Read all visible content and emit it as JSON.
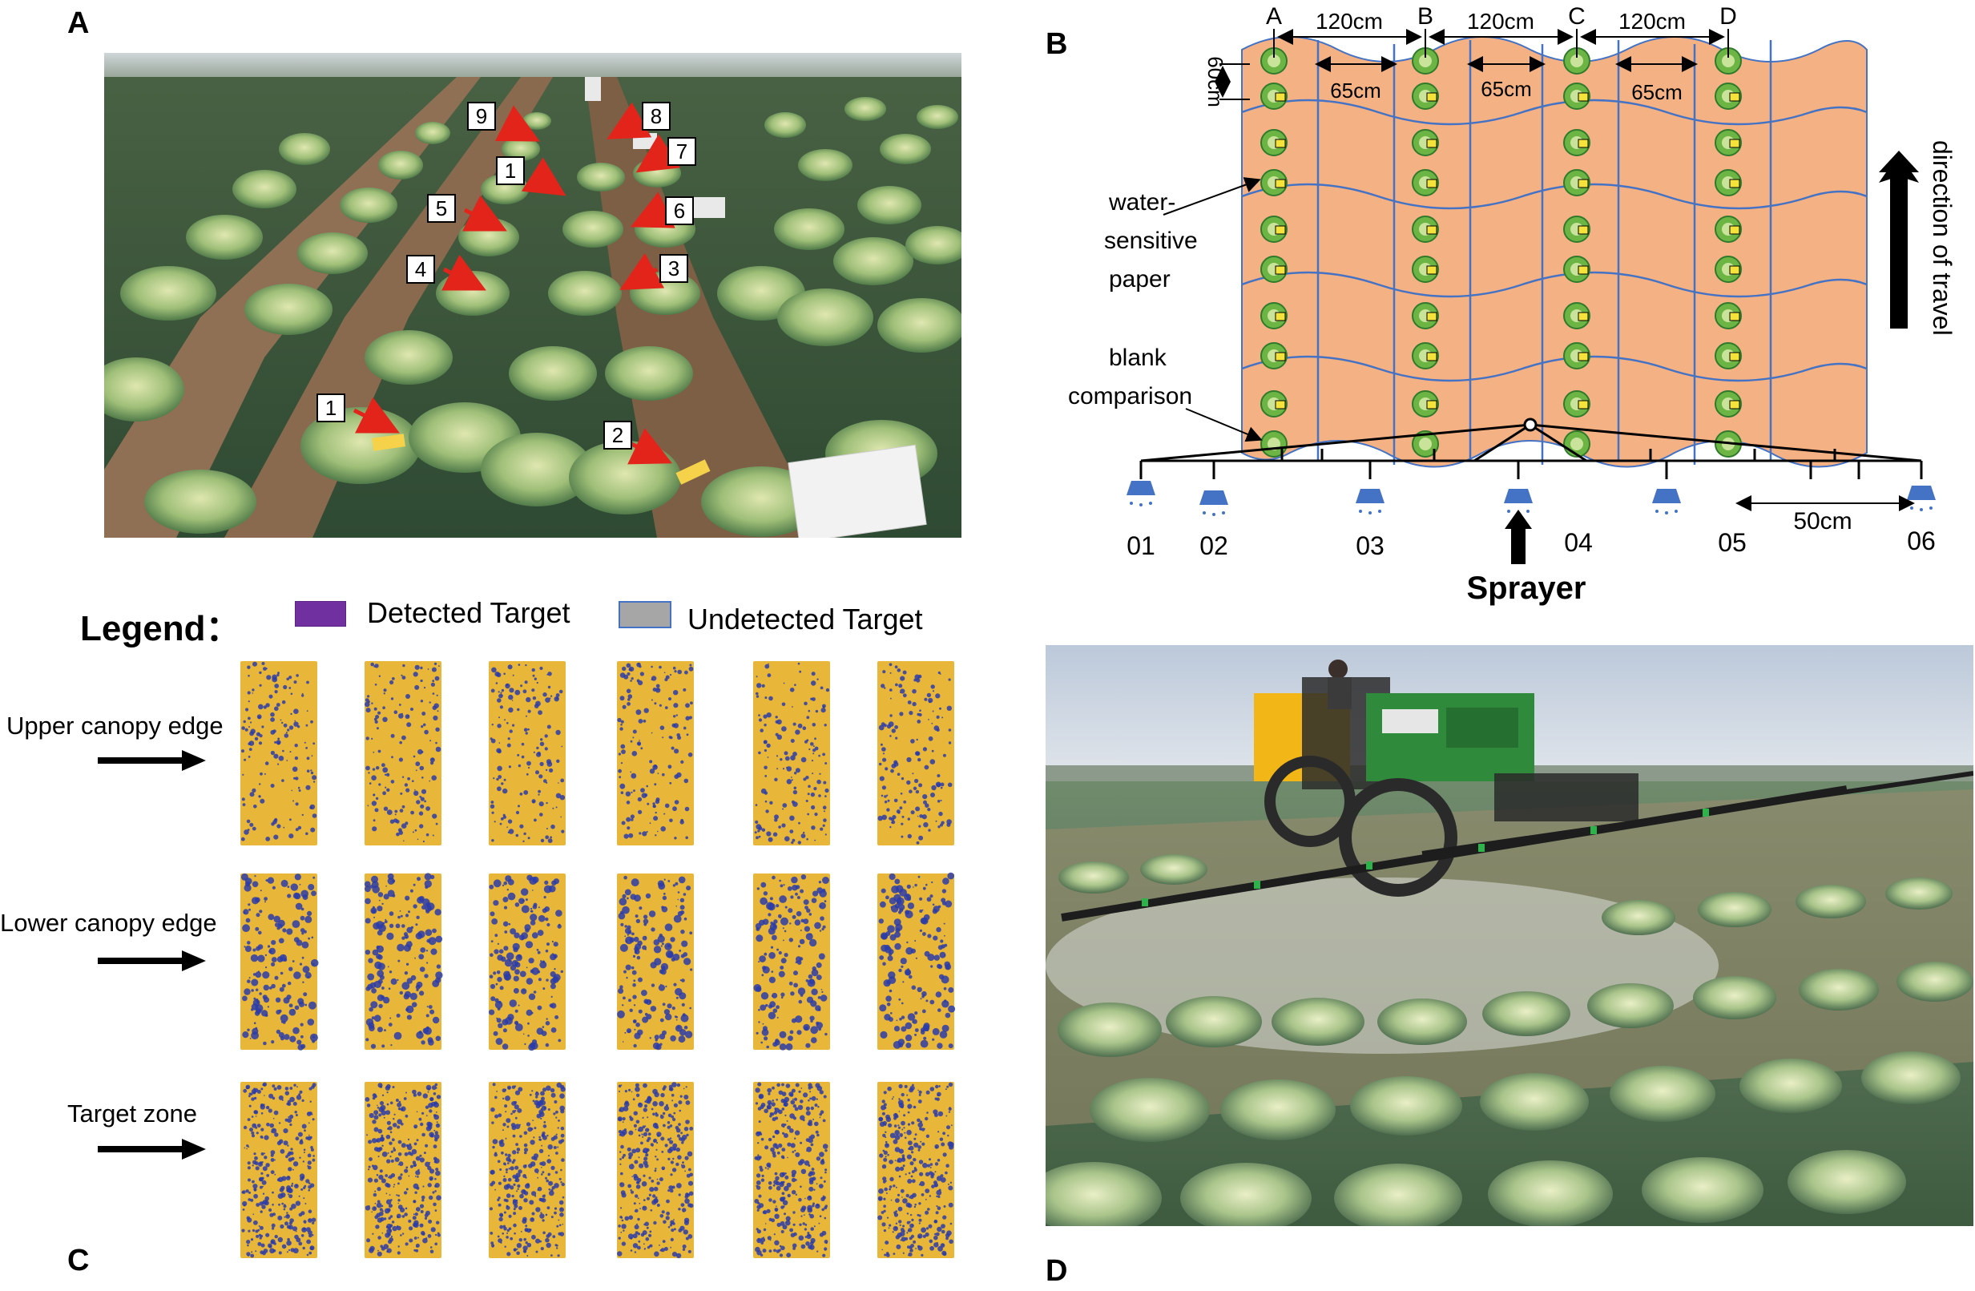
{
  "panels": {
    "A": "A",
    "B": "B",
    "C": "C",
    "D": "D"
  },
  "panel_a": {
    "markers": [
      {
        "label": "9"
      },
      {
        "label": "8"
      },
      {
        "label": "7"
      },
      {
        "label": "1"
      },
      {
        "label": "5"
      },
      {
        "label": "6"
      },
      {
        "label": "4"
      },
      {
        "label": "3"
      },
      {
        "label": "1"
      },
      {
        "label": "2"
      }
    ]
  },
  "panel_b": {
    "columns": [
      "A",
      "B",
      "C",
      "D"
    ],
    "spacing_between_columns": [
      "120cm",
      "120cm",
      "120cm"
    ],
    "inner_widths": [
      "65cm",
      "65cm",
      "65cm"
    ],
    "row_spacing": "60cm",
    "label_water": [
      "water-",
      "sensitive",
      "paper"
    ],
    "label_blank": [
      "blank",
      "comparison"
    ],
    "travel_label": "direction of travel",
    "nozzles": [
      "01",
      "02",
      "03",
      "04",
      "05",
      "06"
    ],
    "nozzle_gap": "50cm",
    "sprayer_label": "Sprayer"
  },
  "panel_c": {
    "legend_title": "Legend：",
    "legend_items": [
      {
        "label": "Detected Target",
        "color": "#7030a0"
      },
      {
        "label": "Undetected Target",
        "color": "#a6a6a6"
      }
    ],
    "rows": [
      "Upper canopy edge",
      "Lower canopy edge",
      "Target zone"
    ]
  },
  "colors": {
    "field_orange": "#f4b183",
    "grid_blue": "#4472c4",
    "paper_yellow": "#e8b73a",
    "droplet_blue": "#2c3ca8",
    "arrow_red": "#e3241b"
  }
}
